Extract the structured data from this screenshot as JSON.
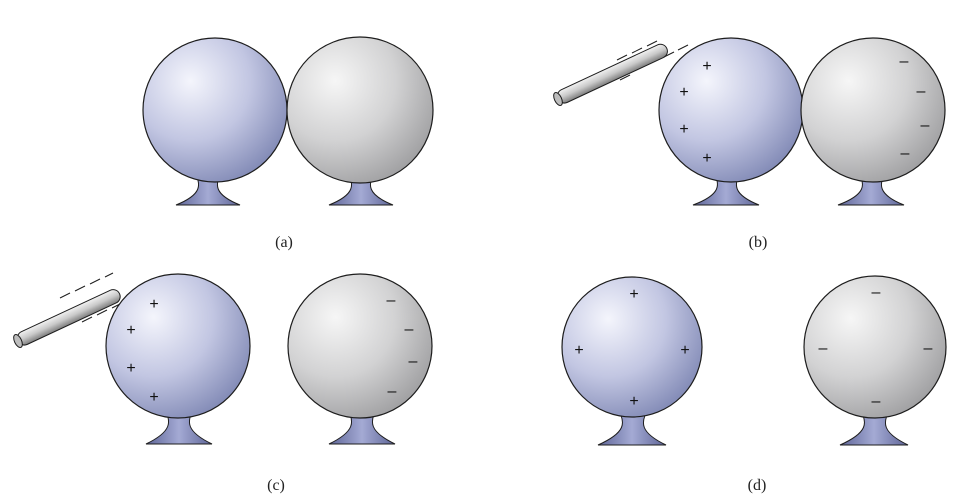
{
  "panels": [
    {
      "id": "a",
      "caption": "(a)"
    },
    {
      "id": "b",
      "caption": "(b)"
    },
    {
      "id": "c",
      "caption": "(c)"
    },
    {
      "id": "d",
      "caption": "(d)"
    }
  ],
  "symbols": {
    "plus": "+",
    "minus": "–"
  },
  "colors": {
    "sphere_blue_light": "#f2f3fb",
    "sphere_blue_dark": "#8c93bd",
    "sphere_gray_light": "#f4f4f4",
    "sphere_gray_dark": "#a9a9ab",
    "stand": "#8f96c6",
    "stand_dark": "#5e6597",
    "rod_light": "#eeeeee",
    "rod_dark": "#8a8a8a",
    "outline": "#1d1d1d"
  }
}
